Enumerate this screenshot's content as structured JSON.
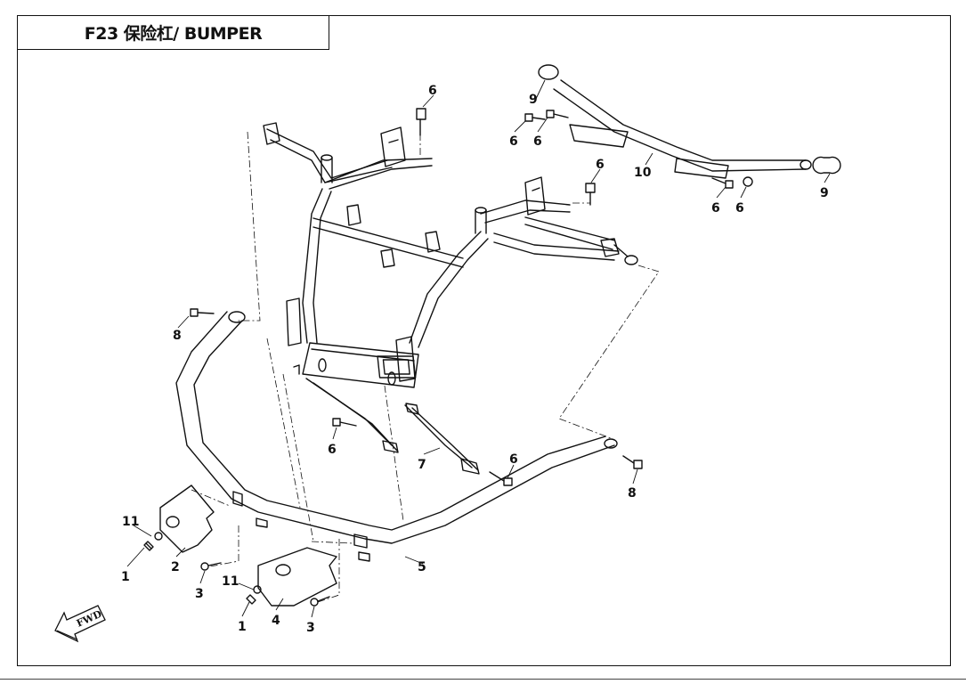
{
  "title": "F23 保险杠/ BUMPER",
  "fwd_label": "FWD",
  "callouts": [
    {
      "id": "c6a",
      "text": "6"
    },
    {
      "id": "c9a",
      "text": "9"
    },
    {
      "id": "c6b",
      "text": "6"
    },
    {
      "id": "c6c",
      "text": "6"
    },
    {
      "id": "c6d",
      "text": "6"
    },
    {
      "id": "c10",
      "text": "10"
    },
    {
      "id": "c9b",
      "text": "9"
    },
    {
      "id": "c6e",
      "text": "6"
    },
    {
      "id": "c6f",
      "text": "6"
    },
    {
      "id": "c8a",
      "text": "8"
    },
    {
      "id": "c6g",
      "text": "6"
    },
    {
      "id": "c7",
      "text": "7"
    },
    {
      "id": "c6h",
      "text": "6"
    },
    {
      "id": "c8b",
      "text": "8"
    },
    {
      "id": "c11a",
      "text": "11"
    },
    {
      "id": "c1a",
      "text": "1"
    },
    {
      "id": "c2",
      "text": "2"
    },
    {
      "id": "c3a",
      "text": "3"
    },
    {
      "id": "c5",
      "text": "5"
    },
    {
      "id": "c11b",
      "text": "11"
    },
    {
      "id": "c1b",
      "text": "1"
    },
    {
      "id": "c4",
      "text": "4"
    },
    {
      "id": "c3b",
      "text": "3"
    }
  ]
}
